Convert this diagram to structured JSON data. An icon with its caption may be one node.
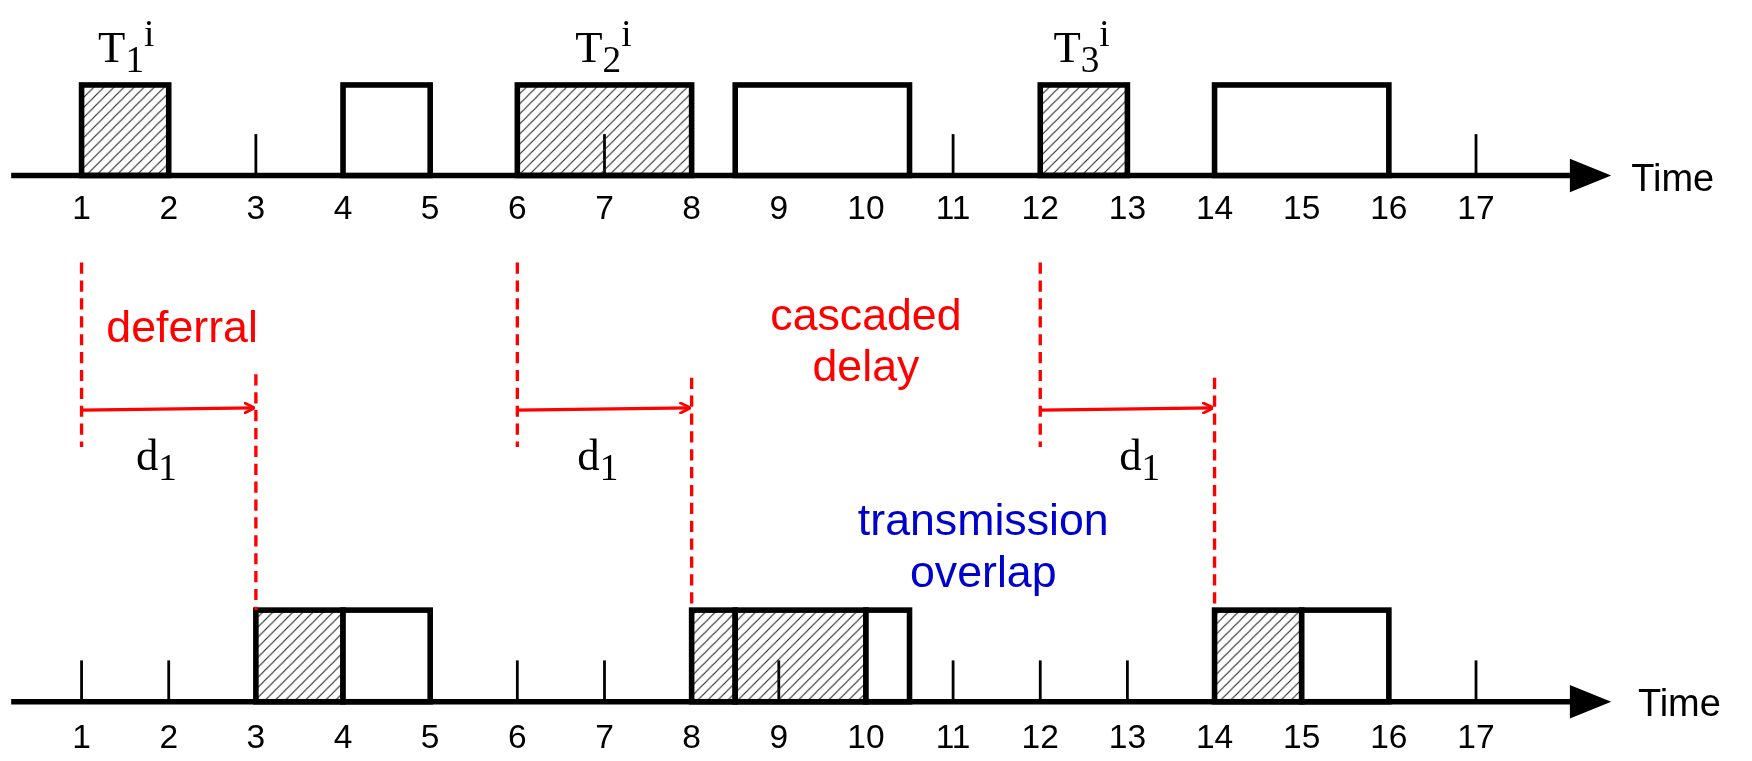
{
  "diagram": {
    "labels": [
      "T$_{1}$$^{i}$",
      "T$_{2}$$^{i}$",
      "T$_{3}$$^{i}$",
      "1",
      "2",
      "3",
      "4",
      "5",
      "6",
      "7",
      "8",
      "9",
      "10",
      "11",
      "12",
      "13",
      "14",
      "15",
      "16",
      "17",
      "Time",
      "deferral",
      "cascaded delay",
      "d$_{1}$",
      "d$_{1}$",
      "d$_{1}$",
      "transmission overlap",
      "1",
      "2",
      "3",
      "4",
      "5",
      "6",
      "7",
      "8",
      "9",
      "10",
      "11",
      "12",
      "13",
      "14",
      "15",
      "16",
      "17",
      "Time"
    ]
  }
}
